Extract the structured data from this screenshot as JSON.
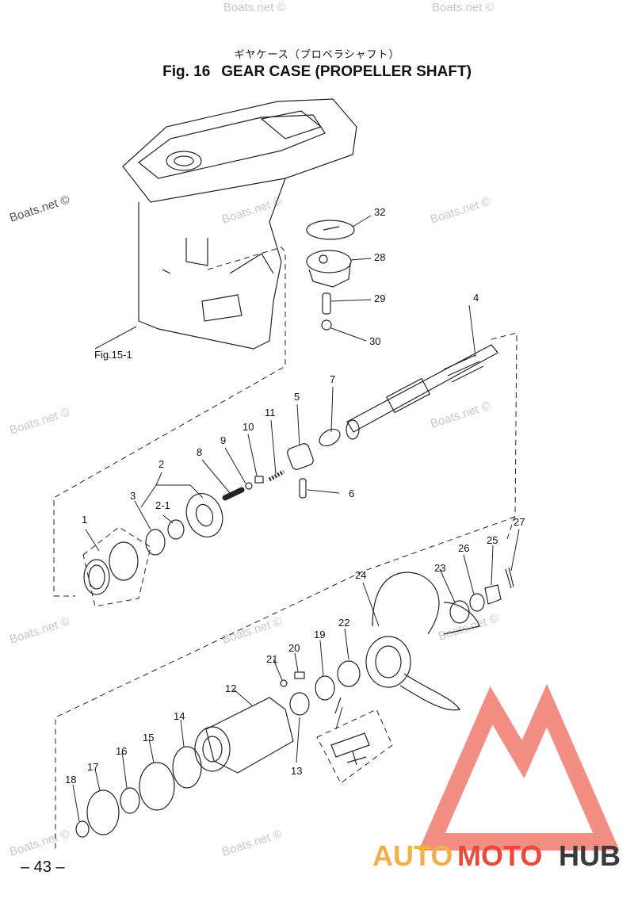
{
  "header": {
    "title_jp": "ギヤケース（プロベラシャフト）",
    "fig_label": "Fig. 16",
    "title": "GEAR CASE  (PROPELLER SHAFT)"
  },
  "reference": "Fig.15-1",
  "callouts": [
    "32",
    "28",
    "29",
    "30",
    "4",
    "7",
    "5",
    "11",
    "10",
    "9",
    "8",
    "6",
    "2",
    "3",
    "2-1",
    "1",
    "27",
    "26",
    "25",
    "23",
    "24",
    "22",
    "19",
    "20",
    "21",
    "12",
    "14",
    "15",
    "16",
    "17",
    "18",
    "13"
  ],
  "watermark": "Boats.net ©",
  "page_number": "– 43 –",
  "logo": {
    "part1": "AUTO",
    "part2": "MOTO",
    "part3": "HUB",
    "colors": {
      "auto": "#f2b04a",
      "moto": "#e84a3c",
      "hub": "#3a3a3a",
      "triangle": "#f07a6e"
    }
  }
}
